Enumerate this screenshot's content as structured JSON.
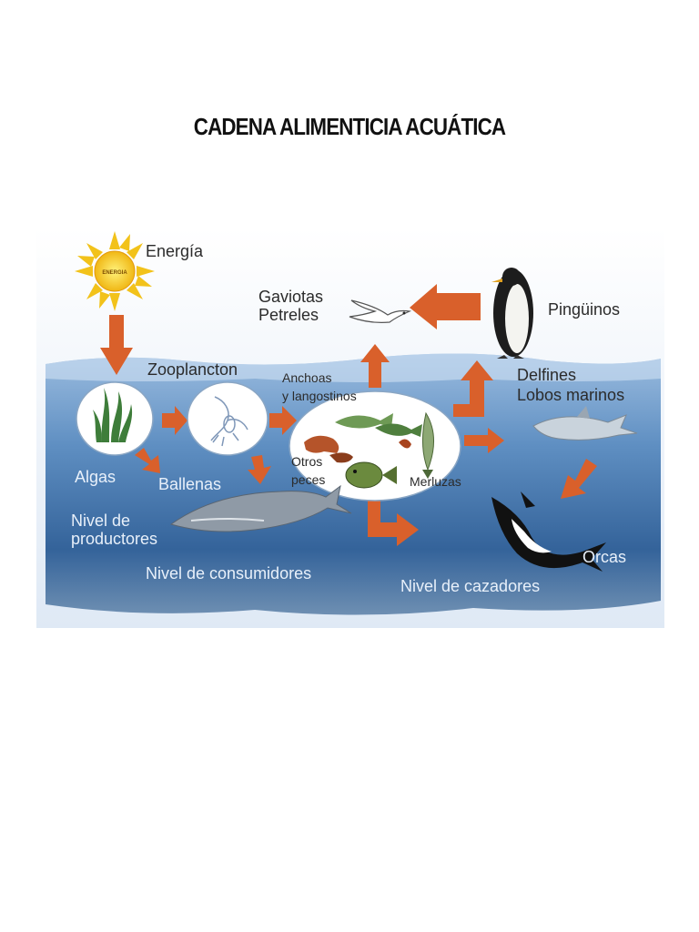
{
  "title": "CADENA ALIMENTICIA ACUÁTICA",
  "labels": {
    "energia": "Energía",
    "sun_text": "ENERGIA",
    "gaviotas": "Gaviotas",
    "petreles": "Petreles",
    "pinguinos": "Pingüinos",
    "zooplancton": "Zooplancton",
    "anchoas": "Anchoas",
    "langostinos": "y langostinos",
    "delfines": "Delfines",
    "lobos": "Lobos marinos",
    "algas": "Algas",
    "ballenas": "Ballenas",
    "otros": "Otros",
    "peces": "peces",
    "merluzas": "Merluzas",
    "nivel_de": "Nivel de",
    "productores": "productores",
    "consumidores": "Nivel de consumidores",
    "cazadores": "Nivel de cazadores",
    "orcas": "Orcas"
  },
  "colors": {
    "arrow": "#d9602b",
    "sun": "#f2c21a",
    "sky": "#e9f1f9",
    "water_light": "#8fb3d9",
    "water_deep": "#2d5a8c"
  }
}
